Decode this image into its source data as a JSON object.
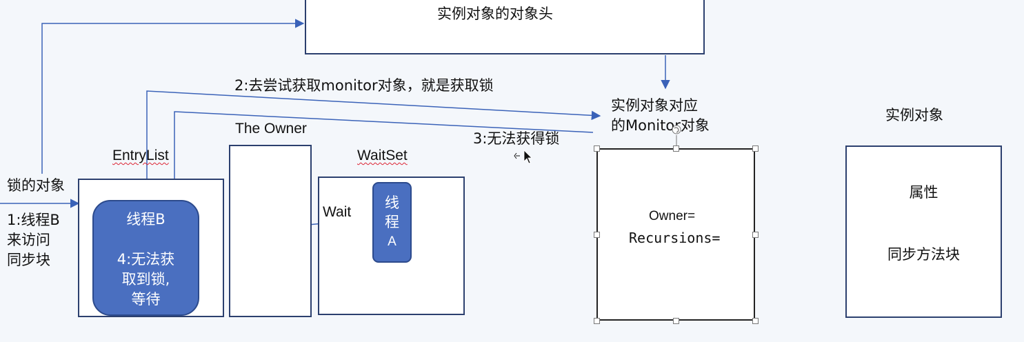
{
  "header_box": {
    "text": "实例对象的对象头"
  },
  "step2": {
    "text": "2:去尝试获取monitor对象，就是获取锁"
  },
  "monitor_caption": {
    "line1": "实例对象对应",
    "line2": "的Monitor对象"
  },
  "step3": {
    "text": "3:无法获得锁"
  },
  "instance_caption": {
    "text": "实例对象"
  },
  "the_owner": {
    "text": "The Owner"
  },
  "entry_list": {
    "text": "EntryList"
  },
  "wait_set": {
    "text": "WaitSet"
  },
  "lock_object": {
    "text": "锁的对象"
  },
  "step1": {
    "line1": "1:线程B",
    "line2": "来访问",
    "line3": "同步块"
  },
  "thread_b": {
    "title": "线程B",
    "line1": "4:无法获",
    "line2": "取到锁,",
    "line3": "等待"
  },
  "wait_label": {
    "text": "Wait"
  },
  "thread_a": {
    "c1": "线",
    "c2": "程",
    "c3": "A"
  },
  "monitor_box": {
    "owner": "Owner=",
    "recursions": "Recursions="
  },
  "instance_box": {
    "attr": "属性",
    "method": "同步方法块"
  },
  "colors": {
    "arrow": "#3a62b8",
    "box_border": "#2b3f6e",
    "thread_fill": "#4a6fc0"
  }
}
